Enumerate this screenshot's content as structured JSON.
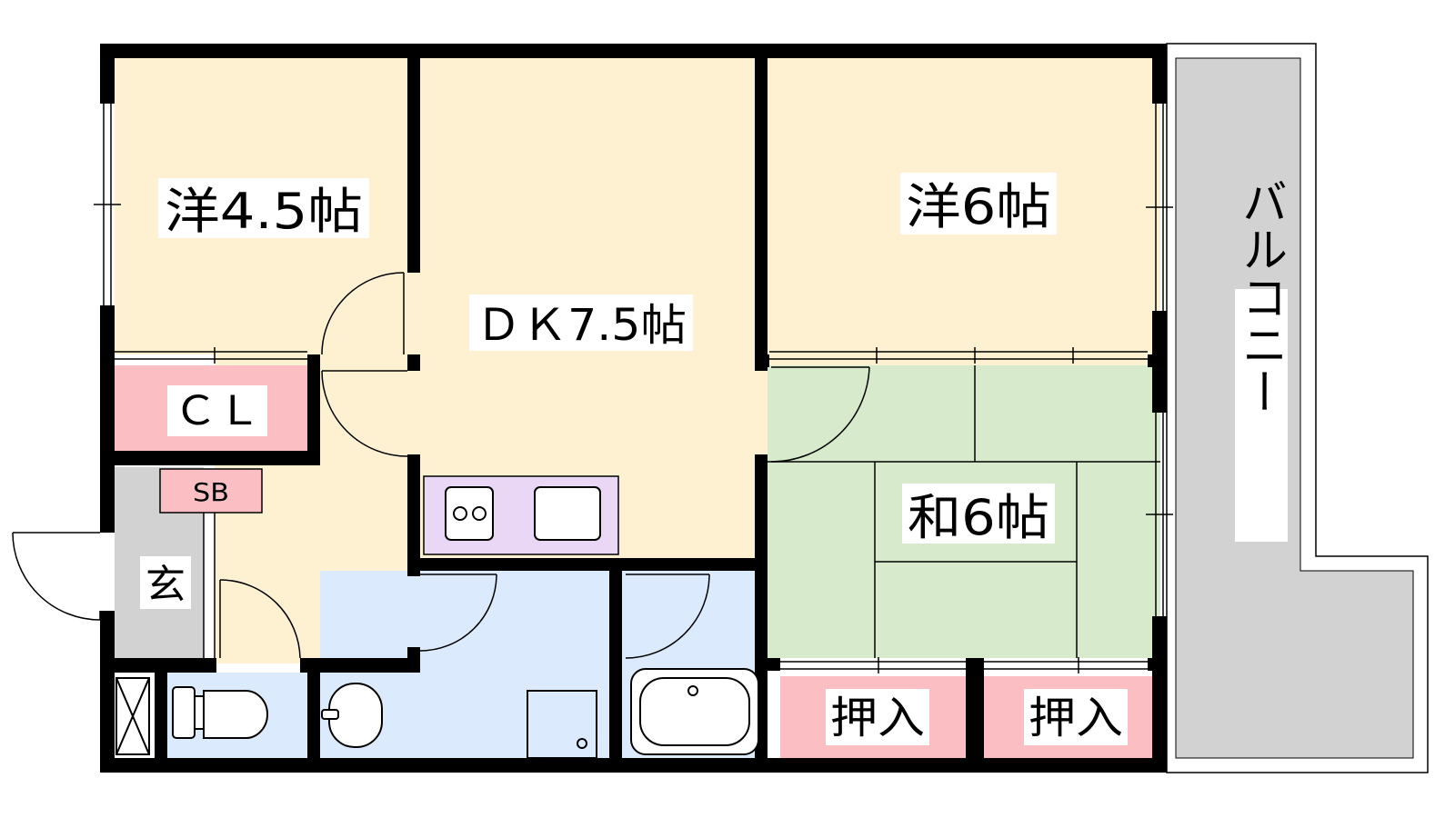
{
  "labels": {
    "western_small": "洋4.5帖",
    "dining_kitchen": "ＤＫ7.5帖",
    "western_large": "洋6帖",
    "japanese_room": "和6帖",
    "closet": "ＣＬ",
    "shoe_box": "SB",
    "entrance": "玄",
    "oshiire_left": "押入",
    "oshiire_right": "押入",
    "balcony": "バルコニー"
  },
  "colors": {
    "western_floor": "#fdf1d2",
    "japanese_floor": "#d7ebcc",
    "storage": "#fbbfc3",
    "wet_area": "#dbeafd",
    "entrance_floor": "#d2d2d2",
    "balcony_floor": "#d2d2d2",
    "kitchen_counter": "#ead6f5",
    "wall": "#000000"
  }
}
